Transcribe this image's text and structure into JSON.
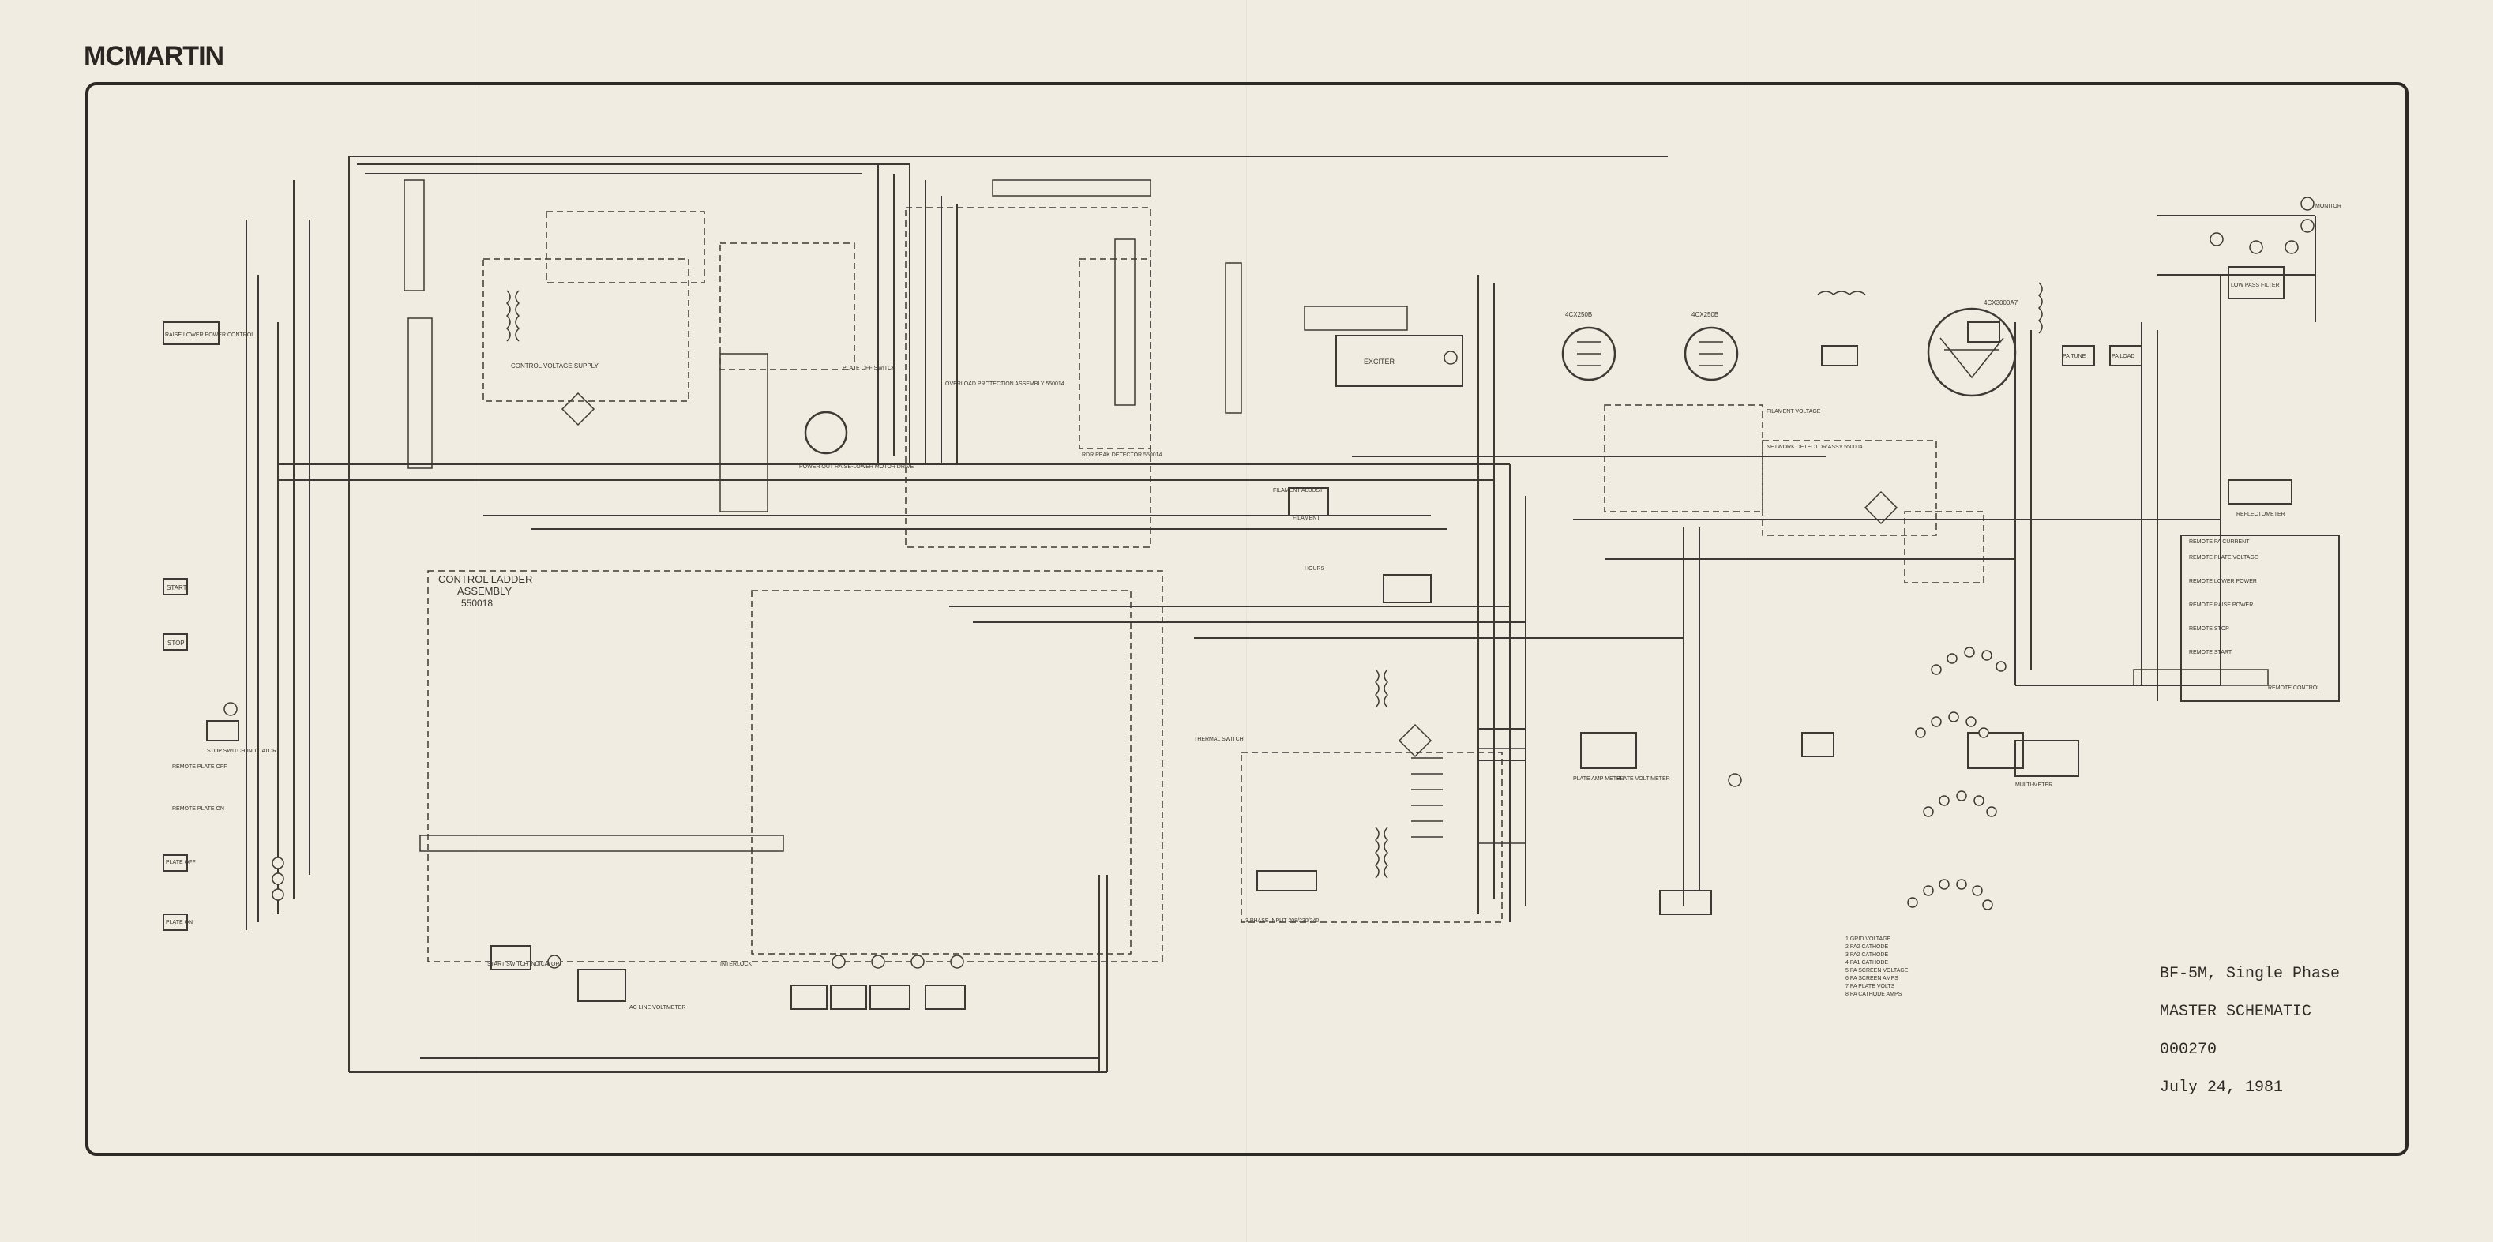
{
  "brand": "MCMARTIN",
  "title_block": {
    "model": "BF-5M, Single Phase",
    "sheet_title": "MASTER SCHEMATIC",
    "drawing_number": "000270",
    "date": "July 24, 1981"
  },
  "labels": {
    "control_ladder": "CONTROL LADDER",
    "control_ladder_sub": "ASSEMBLY",
    "control_ladder_part": "550018",
    "start": "START",
    "stop": "STOP",
    "plate_off": "PLATE OFF",
    "plate_on": "PLATE ON",
    "remote_plate_off": "REMOTE PLATE OFF",
    "remote_plate_on": "REMOTE PLATE ON",
    "stop_switch_indicator": "STOP SWITCH INDICATOR",
    "start_switch_indicator": "START SWITCH INDICATOR",
    "raise_lower_power_control": "RAISE LOWER POWER CONTROL",
    "control_voltage_supply": "CONTROL VOLTAGE SUPPLY",
    "overload_protection": "OVERLOAD PROTECTION ASSEMBLY 550014",
    "rdr_peak_detector": "RDR PEAK DETECTOR 550014",
    "power_out_motor": "POWER OUT RAISE-LOWER MOTOR DRIVE",
    "plate_off_switch": "PLATE OFF SWITCH",
    "exciter": "EXCITER",
    "filament_adjust": "FILAMENT ADJUST",
    "filament": "FILAMENT",
    "hours": "HOURS",
    "thermal_switch": "THERMAL SWITCH",
    "three_phase_input": "3 PHASE INPUT 208/230/240",
    "plate_voltmeter": "PLATE VOLT METER",
    "plate_ammeter": "PLATE AMP METER",
    "multimeter": "MULTI-METER",
    "interlock": "INTERLOCK",
    "ac_line_voltmeter": "AC LINE VOLTMETER",
    "filament_voltage": "FILAMENT VOLTAGE",
    "network_detector": "NETWORK DETECTOR ASSY 550004",
    "low_pass_filter": "LOW PASS FILTER",
    "monitor": "MONITOR",
    "reflectometer": "REFLECTOMETER",
    "remote_control": "REMOTE CONTROL",
    "remote_plate_current": "REMOTE PA CURRENT",
    "remote_plate_voltage": "REMOTE PLATE VOLTAGE",
    "remote_lower_power": "REMOTE LOWER POWER",
    "remote_raise_power": "REMOTE RAISE POWER",
    "remote_stop": "REMOTE STOP",
    "remote_start": "REMOTE START",
    "pa_tune": "PA TUNE",
    "pa_load": "PA LOAD",
    "tube_v1": "4CX250B",
    "tube_v2": "4CX250B",
    "tube_pa": "4CX3000A7",
    "switch_legend": [
      "1 GRID VOLTAGE",
      "2 PA2 CATHODE",
      "3 PA2 CATHODE",
      "4 PA1 CATHODE",
      "5 PA SCREEN VOLTAGE",
      "6 PA SCREEN AMPS",
      "7 PA PLATE VOLTS",
      "8 PA CATHODE AMPS"
    ]
  },
  "colors": {
    "paper": "#f1ece1",
    "ink": "#2b2824",
    "line": "#3d3934"
  }
}
